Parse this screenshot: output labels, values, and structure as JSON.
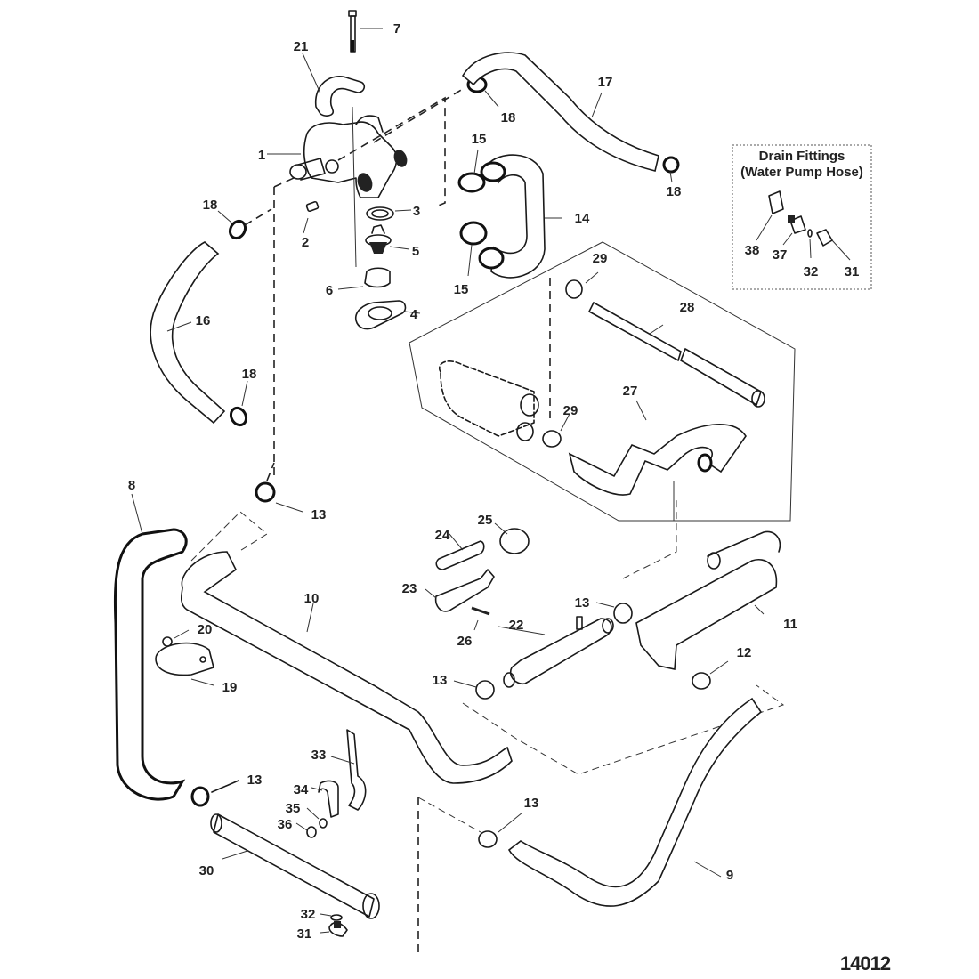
{
  "figure_number": "14012",
  "inset": {
    "title_line1": "Drain Fittings",
    "title_line2": "(Water Pump Hose)",
    "callouts": [
      "38",
      "37",
      "32",
      "31"
    ]
  },
  "callouts": [
    {
      "id": "c1",
      "label": "1"
    },
    {
      "id": "c2",
      "label": "2"
    },
    {
      "id": "c3",
      "label": "3"
    },
    {
      "id": "c4",
      "label": "4"
    },
    {
      "id": "c5",
      "label": "5"
    },
    {
      "id": "c6",
      "label": "6"
    },
    {
      "id": "c7",
      "label": "7"
    },
    {
      "id": "c8",
      "label": "8"
    },
    {
      "id": "c9",
      "label": "9"
    },
    {
      "id": "c10",
      "label": "10"
    },
    {
      "id": "c11",
      "label": "11"
    },
    {
      "id": "c12",
      "label": "12"
    },
    {
      "id": "c13a",
      "label": "13"
    },
    {
      "id": "c13b",
      "label": "13"
    },
    {
      "id": "c13c",
      "label": "13"
    },
    {
      "id": "c13d",
      "label": "13"
    },
    {
      "id": "c13e",
      "label": "13"
    },
    {
      "id": "c14",
      "label": "14"
    },
    {
      "id": "c15a",
      "label": "15"
    },
    {
      "id": "c15b",
      "label": "15"
    },
    {
      "id": "c16",
      "label": "16"
    },
    {
      "id": "c17",
      "label": "17"
    },
    {
      "id": "c18a",
      "label": "18"
    },
    {
      "id": "c18b",
      "label": "18"
    },
    {
      "id": "c18c",
      "label": "18"
    },
    {
      "id": "c18d",
      "label": "18"
    },
    {
      "id": "c19",
      "label": "19"
    },
    {
      "id": "c20",
      "label": "20"
    },
    {
      "id": "c21",
      "label": "21"
    },
    {
      "id": "c22",
      "label": "22"
    },
    {
      "id": "c23",
      "label": "23"
    },
    {
      "id": "c24",
      "label": "24"
    },
    {
      "id": "c25",
      "label": "25"
    },
    {
      "id": "c26",
      "label": "26"
    },
    {
      "id": "c27",
      "label": "27"
    },
    {
      "id": "c28",
      "label": "28"
    },
    {
      "id": "c29a",
      "label": "29"
    },
    {
      "id": "c29b",
      "label": "29"
    },
    {
      "id": "c30",
      "label": "30"
    },
    {
      "id": "c31",
      "label": "31"
    },
    {
      "id": "c32",
      "label": "32"
    },
    {
      "id": "c33",
      "label": "33"
    },
    {
      "id": "c34",
      "label": "34"
    },
    {
      "id": "c35",
      "label": "35"
    },
    {
      "id": "c36",
      "label": "36"
    }
  ]
}
